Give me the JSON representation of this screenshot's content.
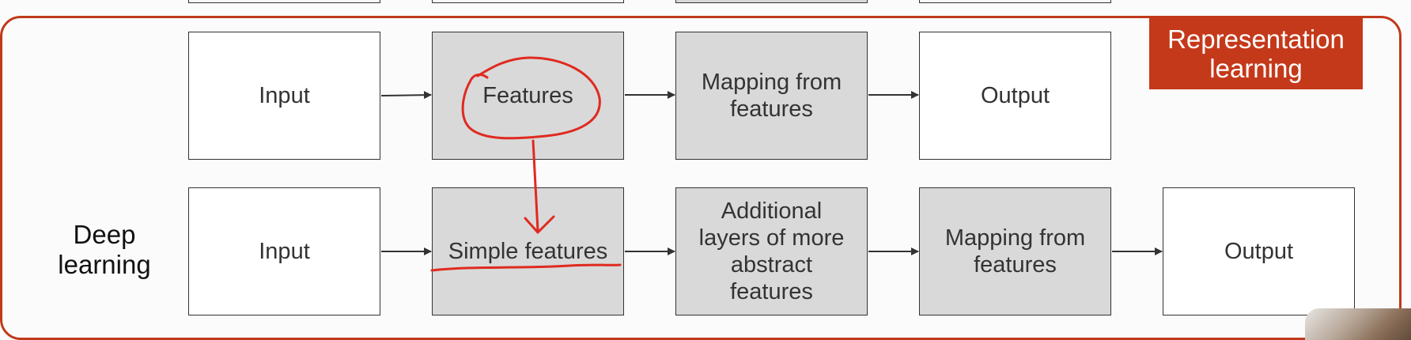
{
  "colors": {
    "accent": "#c0391b",
    "badge_bg": "#c4391a",
    "box_gray": "#d9d9d9",
    "box_white": "#ffffff",
    "annotation": "#e02a20"
  },
  "badge": {
    "label": "Representation\nlearning"
  },
  "side_label": "Deep\nlearning",
  "row1": [
    {
      "label": "Input",
      "fill": "white"
    },
    {
      "label": "Features",
      "fill": "gray"
    },
    {
      "label": "Mapping from\nfeatures",
      "fill": "gray"
    },
    {
      "label": "Output",
      "fill": "white"
    }
  ],
  "row2": [
    {
      "label": "Input",
      "fill": "white"
    },
    {
      "label": "Simple features",
      "fill": "gray"
    },
    {
      "label": "Additional\nlayers of more\nabstract\nfeatures",
      "fill": "gray"
    },
    {
      "label": "Mapping from\nfeatures",
      "fill": "gray"
    },
    {
      "label": "Output",
      "fill": "white"
    }
  ],
  "icons": {
    "arrow": "arrow-right-icon",
    "annotation": "handwritten-annotation"
  }
}
